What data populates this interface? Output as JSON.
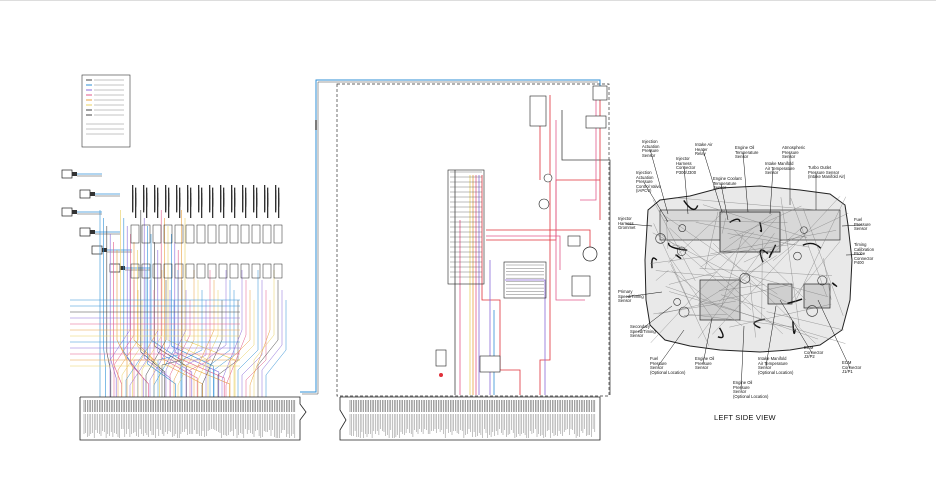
{
  "view_title": "LEFT SIDE VIEW",
  "wire_colors": {
    "blue": "#2f8fd6",
    "pink": "#e25a8a",
    "violet": "#8a6ad8",
    "orange": "#e8a040",
    "yellow": "#e8d060",
    "red": "#e0303a",
    "gray": "#444444",
    "green": "#2a9a5a"
  },
  "callouts": [
    {
      "id": "iap-sensor",
      "text": "Injection\nActuation\nPressure\nSensor"
    },
    {
      "id": "inj-harness",
      "text": "Injector\nHarness\nConnector\nP300/J300"
    },
    {
      "id": "intake-heater",
      "text": "Intake Air\nHeater\nRelay"
    },
    {
      "id": "eot-sensor",
      "text": "Engine Oil\nTemperature\nSensor"
    },
    {
      "id": "atm-sensor",
      "text": "Atmospheric\nPressure\nSensor"
    },
    {
      "id": "imat-sensor",
      "text": "Intake Manifold\nAir Temperature\nSensor"
    },
    {
      "id": "iapcv",
      "text": "Injection\nActuation\nPressure\nControl Valve\n(IAPCV)"
    },
    {
      "id": "ect-sensor",
      "text": "Engine Coolant\nTemperature\nSensor"
    },
    {
      "id": "turbo-outlet",
      "text": "Turbo Outlet\nPressure Sensor\n(Intake Manifold Air)"
    },
    {
      "id": "inj-ground",
      "text": "Injector\nHarness\nGrommet"
    },
    {
      "id": "fuel-pressure",
      "text": "Fuel\nPressure\nSensor"
    },
    {
      "id": "timing-cal",
      "text": "Timing\nCalibration\nProbe\nConnector\nP400"
    },
    {
      "id": "primary-speed",
      "text": "Primary\nSpeed/Timing\nSensor"
    },
    {
      "id": "secondary-speed",
      "text": "Secondary\nSpeed/Timing\nSensor"
    },
    {
      "id": "fuel-press-opt",
      "text": "Fuel\nPressure\nSensor\n(Optional Location)"
    },
    {
      "id": "eop-sensor",
      "text": "Engine Oil\nPressure\nSensor"
    },
    {
      "id": "eop-opt",
      "text": "Engine Oil\nPressure\nSensor\n(Optional Location)"
    },
    {
      "id": "imat-opt",
      "text": "Intake Manifold\nAir Temperature\nSensor\n(Optional Location)"
    },
    {
      "id": "ecm-j2",
      "text": "ECM\nConnector\nJ2/P2"
    },
    {
      "id": "ecm-j1",
      "text": "ECM\nConnector\nJ1/P1"
    }
  ]
}
